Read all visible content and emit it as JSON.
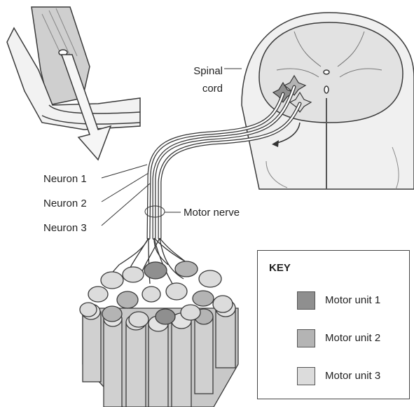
{
  "labels": {
    "spinal_cord_line1": "Spinal",
    "spinal_cord_line2": "cord",
    "neuron_1": "Neuron 1",
    "neuron_2": "Neuron 2",
    "neuron_3": "Neuron 3",
    "motor_nerve": "Motor nerve"
  },
  "key": {
    "title": "KEY",
    "items": [
      {
        "label": "Motor unit 1",
        "color": "#8f8f8f"
      },
      {
        "label": "Motor unit 2",
        "color": "#b4b4b4"
      },
      {
        "label": "Motor unit 3",
        "color": "#dcdcdc"
      }
    ]
  },
  "colors": {
    "outline": "#3a3a3a",
    "tissue": "#e8e8e8",
    "muscle": "#bdbdbd",
    "arrow_fill": "#f4f4f4"
  }
}
